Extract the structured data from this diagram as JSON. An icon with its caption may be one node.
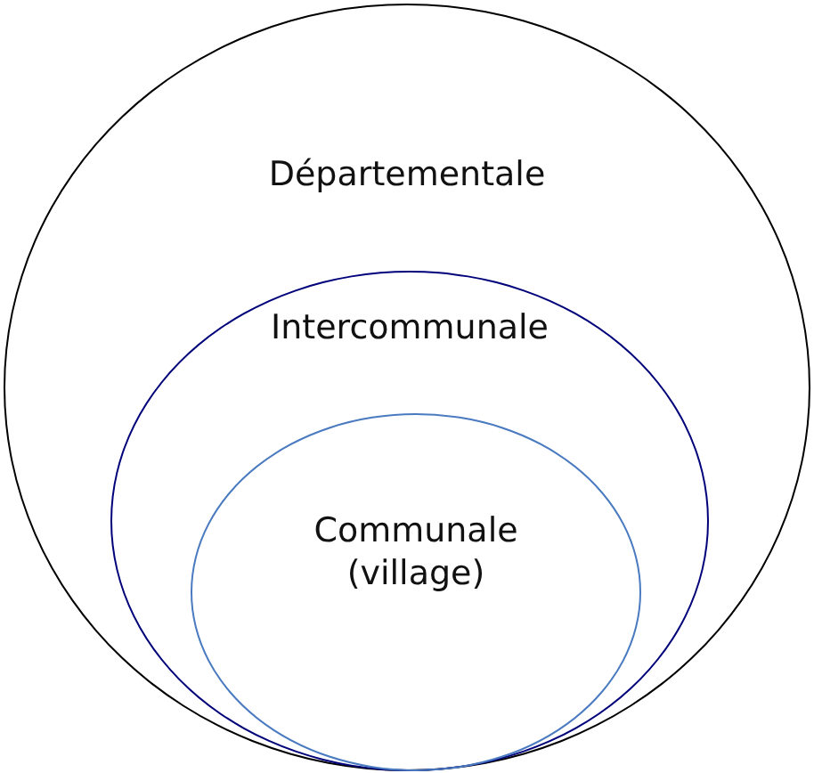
{
  "diagram": {
    "nodes": [
      {
        "text": [
          "Départementale"
        ]
      },
      {
        "text": [
          "Intercommunale"
        ],
        "in": 0
      },
      {
        "text": [
          "Communale (village)"
        ],
        "in": 1
      }
    ]
  }
}
